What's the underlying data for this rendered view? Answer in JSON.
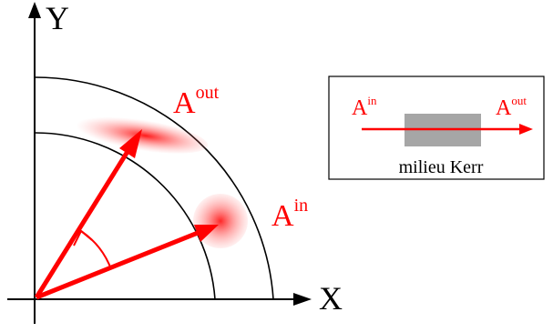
{
  "axes": {
    "y_label": "Y",
    "x_label": "X"
  },
  "phasor_diagram": {
    "out_label": {
      "base": "A",
      "sup": "out"
    },
    "in_label": {
      "base": "A",
      "sup": "in"
    }
  },
  "inset": {
    "in_label": {
      "base": "A",
      "sup": "in"
    },
    "out_label": {
      "base": "A",
      "sup": "out"
    },
    "medium_label": "milieu Kerr"
  },
  "colors": {
    "accent": "#ff0000",
    "lines": "#000000",
    "medium_fill": "#a6a6a6",
    "background": "#ffffff"
  }
}
